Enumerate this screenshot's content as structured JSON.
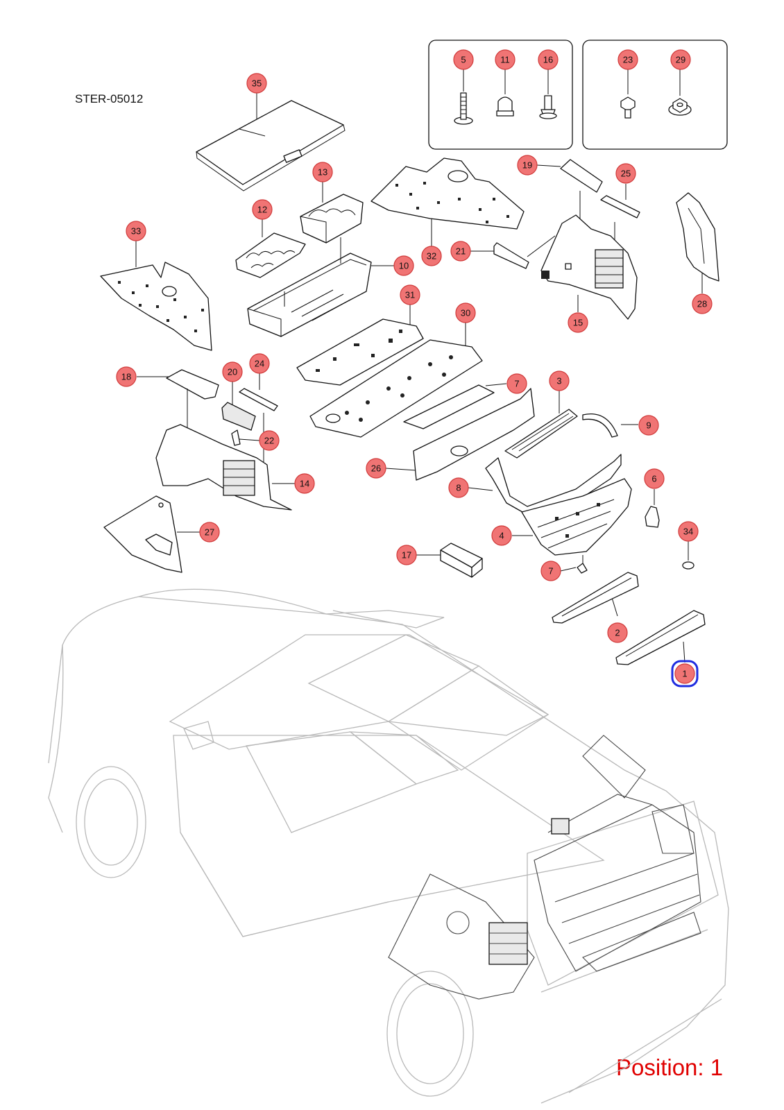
{
  "document": {
    "code": "STER-05012",
    "position_label": "Position: 1",
    "selected_callout": "1"
  },
  "colors": {
    "callout_fill": "#f07474",
    "callout_stroke": "#d03a3a",
    "selection_ring": "#1f2de0",
    "position_text": "#e00000"
  },
  "callouts": [
    "1",
    "2",
    "3",
    "4",
    "5",
    "6",
    "7",
    "8",
    "9",
    "10",
    "11",
    "12",
    "13",
    "14",
    "15",
    "16",
    "17",
    "18",
    "19",
    "20",
    "21",
    "22",
    "23",
    "24",
    "25",
    "26",
    "27",
    "28",
    "29",
    "30",
    "31",
    "32",
    "33",
    "34",
    "35"
  ]
}
